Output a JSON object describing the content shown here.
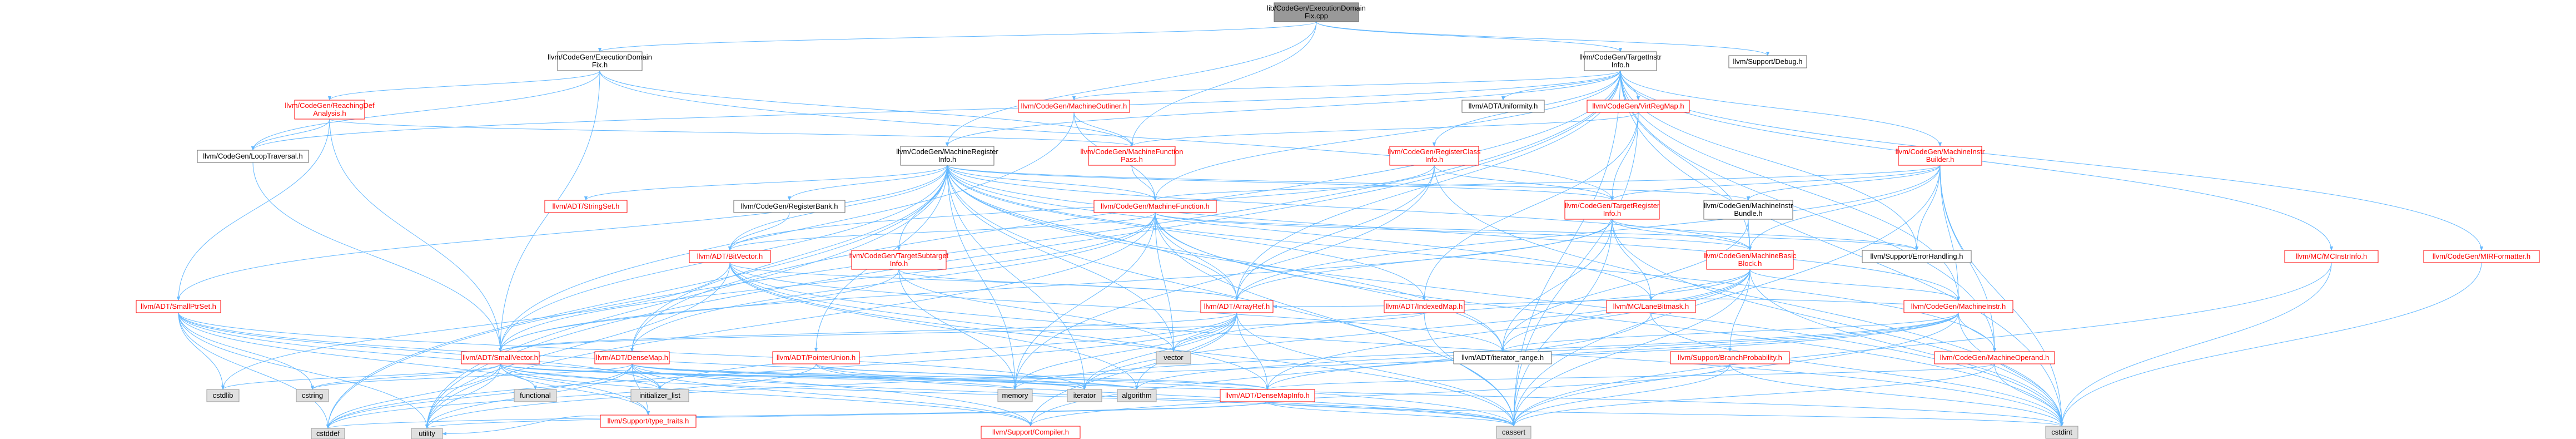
{
  "diagram": {
    "colors": {
      "edge": "#63b8ff",
      "root_fill": "#999999",
      "node_fill": "#ffffff",
      "node_stroke_default": "#666666",
      "node_stroke_linked": "#ff0000",
      "node_text_default": "#000000",
      "node_text_linked": "#ff0000",
      "external_fill": "#e0e0e0",
      "external_stroke": "#999999"
    },
    "nodes": [
      {
        "id": "root",
        "lines": [
          "lib/CodeGen/ExecutionDomain",
          "Fix.cpp"
        ],
        "kind": "root"
      },
      {
        "id": "edf",
        "lines": [
          "llvm/CodeGen/ExecutionDomain",
          "Fix.h"
        ],
        "kind": "normal"
      },
      {
        "id": "tii",
        "lines": [
          "llvm/CodeGen/TargetInstr",
          "Info.h"
        ],
        "kind": "normal"
      },
      {
        "id": "dbg",
        "lines": [
          "llvm/Support/Debug.h"
        ],
        "kind": "normal"
      },
      {
        "id": "rda",
        "lines": [
          "llvm/CodeGen/ReachingDef",
          "Analysis.h"
        ],
        "kind": "linked"
      },
      {
        "id": "looptr",
        "lines": [
          "llvm/CodeGen/LoopTraversal.h"
        ],
        "kind": "normal"
      },
      {
        "id": "mfp",
        "lines": [
          "llvm/CodeGen/MachineFunction",
          "Pass.h"
        ],
        "kind": "linked"
      },
      {
        "id": "mri",
        "lines": [
          "llvm/CodeGen/MachineRegister",
          "Info.h"
        ],
        "kind": "normal"
      },
      {
        "id": "mout",
        "lines": [
          "llvm/CodeGen/MachineOutliner.h"
        ],
        "kind": "linked"
      },
      {
        "id": "unif",
        "lines": [
          "llvm/ADT/Uniformity.h"
        ],
        "kind": "normal"
      },
      {
        "id": "vrm",
        "lines": [
          "llvm/CodeGen/VirtRegMap.h"
        ],
        "kind": "linked"
      },
      {
        "id": "rci",
        "lines": [
          "llvm/CodeGen/RegisterClass",
          "Info.h"
        ],
        "kind": "linked"
      },
      {
        "id": "mib",
        "lines": [
          "llvm/CodeGen/MachineInstr",
          "Builder.h"
        ],
        "kind": "linked"
      },
      {
        "id": "mcii",
        "lines": [
          "llvm/MC/MCInstrInfo.h"
        ],
        "kind": "linked"
      },
      {
        "id": "mirf",
        "lines": [
          "llvm/CodeGen/MIRFormatter.h"
        ],
        "kind": "linked"
      },
      {
        "id": "strset",
        "lines": [
          "llvm/ADT/StringSet.h"
        ],
        "kind": "linked"
      },
      {
        "id": "rb",
        "lines": [
          "llvm/CodeGen/RegisterBank.h"
        ],
        "kind": "normal"
      },
      {
        "id": "mf",
        "lines": [
          "llvm/CodeGen/MachineFunction.h"
        ],
        "kind": "linked"
      },
      {
        "id": "tri",
        "lines": [
          "llvm/CodeGen/TargetRegister",
          "Info.h"
        ],
        "kind": "linked"
      },
      {
        "id": "mibun",
        "lines": [
          "llvm/CodeGen/MachineInstr",
          "Bundle.h"
        ],
        "kind": "normal"
      },
      {
        "id": "bv",
        "lines": [
          "llvm/ADT/BitVector.h"
        ],
        "kind": "linked"
      },
      {
        "id": "tsi",
        "lines": [
          "llvm/CodeGen/TargetSubtarget",
          "Info.h"
        ],
        "kind": "linked"
      },
      {
        "id": "mbb",
        "lines": [
          "llvm/CodeGen/MachineBasic",
          "Block.h"
        ],
        "kind": "linked"
      },
      {
        "id": "errh",
        "lines": [
          "llvm/Support/ErrorHandling.h"
        ],
        "kind": "normal"
      },
      {
        "id": "sps",
        "lines": [
          "llvm/ADT/SmallPtrSet.h"
        ],
        "kind": "linked"
      },
      {
        "id": "aref",
        "lines": [
          "llvm/ADT/ArrayRef.h"
        ],
        "kind": "linked"
      },
      {
        "id": "imap",
        "lines": [
          "llvm/ADT/IndexedMap.h"
        ],
        "kind": "linked"
      },
      {
        "id": "lbm",
        "lines": [
          "llvm/MC/LaneBitmask.h"
        ],
        "kind": "linked"
      },
      {
        "id": "mi",
        "lines": [
          "llvm/CodeGen/MachineInstr.h"
        ],
        "kind": "linked"
      },
      {
        "id": "sv",
        "lines": [
          "llvm/ADT/SmallVector.h"
        ],
        "kind": "linked"
      },
      {
        "id": "dm",
        "lines": [
          "llvm/ADT/DenseMap.h"
        ],
        "kind": "linked"
      },
      {
        "id": "pu",
        "lines": [
          "llvm/ADT/PointerUnion.h"
        ],
        "kind": "linked"
      },
      {
        "id": "vec",
        "lines": [
          "vector"
        ],
        "kind": "external"
      },
      {
        "id": "itr",
        "lines": [
          "llvm/ADT/iterator_range.h"
        ],
        "kind": "normal"
      },
      {
        "id": "bp",
        "lines": [
          "llvm/Support/BranchProbability.h"
        ],
        "kind": "linked"
      },
      {
        "id": "mo",
        "lines": [
          "llvm/CodeGen/MachineOperand.h"
        ],
        "kind": "linked"
      },
      {
        "id": "cstdlib",
        "lines": [
          "cstdlib"
        ],
        "kind": "external"
      },
      {
        "id": "cstring",
        "lines": [
          "cstring"
        ],
        "kind": "external"
      },
      {
        "id": "functional",
        "lines": [
          "functional"
        ],
        "kind": "external"
      },
      {
        "id": "initl",
        "lines": [
          "initializer_list"
        ],
        "kind": "external"
      },
      {
        "id": "memory",
        "lines": [
          "memory"
        ],
        "kind": "external"
      },
      {
        "id": "iterator",
        "lines": [
          "iterator"
        ],
        "kind": "external"
      },
      {
        "id": "algorithm",
        "lines": [
          "algorithm"
        ],
        "kind": "external"
      },
      {
        "id": "dmi",
        "lines": [
          "llvm/ADT/DenseMapInfo.h"
        ],
        "kind": "linked"
      },
      {
        "id": "tt",
        "lines": [
          "llvm/Support/type_traits.h"
        ],
        "kind": "linked"
      },
      {
        "id": "cstddef",
        "lines": [
          "cstddef"
        ],
        "kind": "external"
      },
      {
        "id": "utility",
        "lines": [
          "utility"
        ],
        "kind": "external"
      },
      {
        "id": "comp",
        "lines": [
          "llvm/Support/Compiler.h"
        ],
        "kind": "linked"
      },
      {
        "id": "cassert",
        "lines": [
          "cassert"
        ],
        "kind": "external"
      },
      {
        "id": "cstdint",
        "lines": [
          "cstdint"
        ],
        "kind": "external"
      }
    ],
    "edges": [
      [
        "root",
        "edf"
      ],
      [
        "root",
        "tii"
      ],
      [
        "root",
        "dbg"
      ],
      [
        "root",
        "mri"
      ],
      [
        "root",
        "mfp"
      ],
      [
        "edf",
        "rda"
      ],
      [
        "edf",
        "looptr"
      ],
      [
        "edf",
        "mfp"
      ],
      [
        "edf",
        "tri"
      ],
      [
        "edf",
        "sv"
      ],
      [
        "rda",
        "looptr"
      ],
      [
        "rda",
        "mfp"
      ],
      [
        "rda",
        "sv"
      ],
      [
        "rda",
        "sps"
      ],
      [
        "looptr",
        "sv"
      ],
      [
        "tii",
        "mout"
      ],
      [
        "tii",
        "unif"
      ],
      [
        "tii",
        "vrm"
      ],
      [
        "tii",
        "rci"
      ],
      [
        "tii",
        "mib"
      ],
      [
        "tii",
        "mcii"
      ],
      [
        "tii",
        "mirf"
      ],
      [
        "tii",
        "mf"
      ],
      [
        "tii",
        "mbb"
      ],
      [
        "tii",
        "mi"
      ],
      [
        "tii",
        "mo"
      ],
      [
        "tii",
        "errh"
      ],
      [
        "tii",
        "aref"
      ],
      [
        "tii",
        "dm"
      ],
      [
        "tii",
        "looptr"
      ],
      [
        "tii",
        "cassert"
      ],
      [
        "tii",
        "cstdint"
      ],
      [
        "tii",
        "utility"
      ],
      [
        "tii",
        "cstddef"
      ],
      [
        "tii",
        "mri"
      ],
      [
        "mout",
        "mfp"
      ],
      [
        "mout",
        "mf"
      ],
      [
        "mout",
        "sv"
      ],
      [
        "vrm",
        "mfp"
      ],
      [
        "vrm",
        "tri"
      ],
      [
        "vrm",
        "imap"
      ],
      [
        "vrm",
        "cassert"
      ],
      [
        "rci",
        "tri"
      ],
      [
        "rci",
        "bv"
      ],
      [
        "rci",
        "aref"
      ],
      [
        "rci",
        "cstdint"
      ],
      [
        "rci",
        "memory"
      ],
      [
        "mib",
        "mf"
      ],
      [
        "mib",
        "mbb"
      ],
      [
        "mib",
        "mi"
      ],
      [
        "mib",
        "mibun"
      ],
      [
        "mib",
        "mo"
      ],
      [
        "mib",
        "tri"
      ],
      [
        "mib",
        "errh"
      ],
      [
        "mib",
        "aref"
      ],
      [
        "mib",
        "cassert"
      ],
      [
        "mib",
        "cstdint"
      ],
      [
        "mcii",
        "cassert"
      ],
      [
        "mcii",
        "cstdint"
      ],
      [
        "mirf",
        "cstdint"
      ],
      [
        "mfp",
        "mf"
      ],
      [
        "mri",
        "strset"
      ],
      [
        "mri",
        "rb"
      ],
      [
        "mri",
        "mf"
      ],
      [
        "mri",
        "tri"
      ],
      [
        "mri",
        "bv"
      ],
      [
        "mri",
        "tsi"
      ],
      [
        "mri",
        "mbb"
      ],
      [
        "mri",
        "sps"
      ],
      [
        "mri",
        "aref"
      ],
      [
        "mri",
        "imap"
      ],
      [
        "mri",
        "sv"
      ],
      [
        "mri",
        "dm"
      ],
      [
        "mri",
        "pu"
      ],
      [
        "mri",
        "vec"
      ],
      [
        "mri",
        "itr"
      ],
      [
        "mri",
        "mi"
      ],
      [
        "mri",
        "mo"
      ],
      [
        "mri",
        "lbm"
      ],
      [
        "mri",
        "memory"
      ],
      [
        "mri",
        "iterator"
      ],
      [
        "mri",
        "cassert"
      ],
      [
        "mri",
        "cstddef"
      ],
      [
        "mri",
        "cstdint"
      ],
      [
        "mri",
        "utility"
      ],
      [
        "mri",
        "mibun"
      ],
      [
        "rb",
        "bv"
      ],
      [
        "mf",
        "mbb"
      ],
      [
        "mf",
        "bv"
      ],
      [
        "mf",
        "aref"
      ],
      [
        "mf",
        "sv"
      ],
      [
        "mf",
        "dm"
      ],
      [
        "mf",
        "vec"
      ],
      [
        "mf",
        "itr"
      ],
      [
        "mf",
        "memory"
      ],
      [
        "mf",
        "cassert"
      ],
      [
        "mf",
        "cstdint"
      ],
      [
        "mf",
        "utility"
      ],
      [
        "mf",
        "errh"
      ],
      [
        "tri",
        "mbb"
      ],
      [
        "tri",
        "lbm"
      ],
      [
        "tri",
        "aref"
      ],
      [
        "tri",
        "sv"
      ],
      [
        "tri",
        "itr"
      ],
      [
        "tri",
        "cassert"
      ],
      [
        "tri",
        "cstdint"
      ],
      [
        "tri",
        "errh"
      ],
      [
        "mibun",
        "mbb"
      ],
      [
        "mibun",
        "itr"
      ],
      [
        "bv",
        "aref"
      ],
      [
        "bv",
        "itr"
      ],
      [
        "bv",
        "algorithm"
      ],
      [
        "bv",
        "cassert"
      ],
      [
        "bv",
        "climits"
      ],
      [
        "bv",
        "cstdint"
      ],
      [
        "bv",
        "cstdlib"
      ],
      [
        "bv",
        "utility"
      ],
      [
        "bv",
        "dmi"
      ],
      [
        "tsi",
        "aref"
      ],
      [
        "tsi",
        "sv"
      ],
      [
        "tsi",
        "memory"
      ],
      [
        "tsi",
        "vec"
      ],
      [
        "mbb",
        "mi"
      ],
      [
        "mbb",
        "bp"
      ],
      [
        "mbb",
        "lbm"
      ],
      [
        "mbb",
        "itr"
      ],
      [
        "mbb",
        "cassert"
      ],
      [
        "mbb",
        "cstdint"
      ],
      [
        "mbb",
        "iterator"
      ],
      [
        "mbb",
        "vec"
      ],
      [
        "mbb",
        "dmi"
      ],
      [
        "sps",
        "comp"
      ],
      [
        "sps",
        "cassert"
      ],
      [
        "sps",
        "cstddef"
      ],
      [
        "sps",
        "cstdlib"
      ],
      [
        "sps",
        "cstring"
      ],
      [
        "sps",
        "initl"
      ],
      [
        "sps",
        "iterator"
      ],
      [
        "sps",
        "utility"
      ],
      [
        "sps",
        "tt"
      ],
      [
        "aref",
        "sv"
      ],
      [
        "aref",
        "comp"
      ],
      [
        "aref",
        "algorithm"
      ],
      [
        "aref",
        "cassert"
      ],
      [
        "aref",
        "cstddef"
      ],
      [
        "aref",
        "initl"
      ],
      [
        "aref",
        "iterator"
      ],
      [
        "aref",
        "memory"
      ],
      [
        "aref",
        "vec"
      ],
      [
        "aref",
        "dmi"
      ],
      [
        "imap",
        "sv"
      ],
      [
        "imap",
        "cassert"
      ],
      [
        "lbm",
        "comp"
      ],
      [
        "lbm",
        "cstdint"
      ],
      [
        "mi",
        "mo"
      ],
      [
        "mi",
        "dmi"
      ],
      [
        "mi",
        "aref"
      ],
      [
        "mi",
        "itr"
      ],
      [
        "mi",
        "cassert"
      ],
      [
        "mi",
        "cstdint"
      ],
      [
        "mi",
        "utility"
      ],
      [
        "mi",
        "algorithm"
      ],
      [
        "mi",
        "memory"
      ],
      [
        "sv",
        "comp"
      ],
      [
        "sv",
        "tt"
      ],
      [
        "sv",
        "algorithm"
      ],
      [
        "sv",
        "cassert"
      ],
      [
        "sv",
        "cstddef"
      ],
      [
        "sv",
        "cstdlib"
      ],
      [
        "sv",
        "cstring"
      ],
      [
        "sv",
        "functional"
      ],
      [
        "sv",
        "initl"
      ],
      [
        "sv",
        "iterator"
      ],
      [
        "sv",
        "memory"
      ],
      [
        "sv",
        "utility"
      ],
      [
        "dm",
        "dmi"
      ],
      [
        "dm",
        "comp"
      ],
      [
        "dm",
        "tt"
      ],
      [
        "dm",
        "algorithm"
      ],
      [
        "dm",
        "cassert"
      ],
      [
        "dm",
        "cstddef"
      ],
      [
        "dm",
        "cstring"
      ],
      [
        "dm",
        "initl"
      ],
      [
        "dm",
        "iterator"
      ],
      [
        "dm",
        "utility"
      ],
      [
        "pu",
        "dmi"
      ],
      [
        "pu",
        "cassert"
      ],
      [
        "pu",
        "cstddef"
      ],
      [
        "pu",
        "cstdint"
      ],
      [
        "bp",
        "comp"
      ],
      [
        "bp",
        "cassert"
      ],
      [
        "bp",
        "cstdint"
      ],
      [
        "mo",
        "dmi"
      ],
      [
        "mo",
        "cassert"
      ],
      [
        "mo",
        "cstdint"
      ],
      [
        "dmi",
        "cassert"
      ],
      [
        "dmi",
        "cstddef"
      ],
      [
        "dmi",
        "cstdint"
      ],
      [
        "dmi",
        "utility"
      ],
      [
        "tt",
        "utility"
      ]
    ]
  }
}
